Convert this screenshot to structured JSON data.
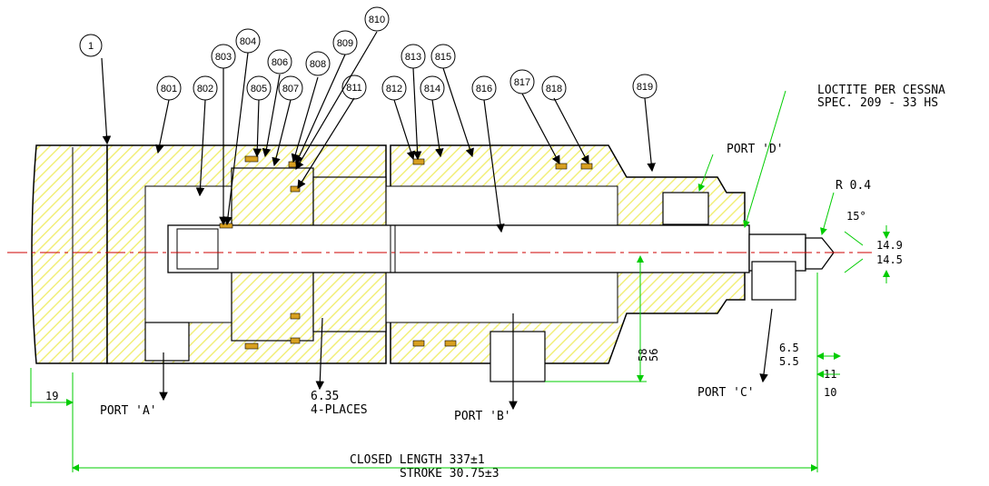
{
  "callouts": [
    {
      "id": "1",
      "label": "1"
    },
    {
      "id": "801",
      "label": "801"
    },
    {
      "id": "802",
      "label": "802"
    },
    {
      "id": "803",
      "label": "803"
    },
    {
      "id": "804",
      "label": "804"
    },
    {
      "id": "805",
      "label": "805"
    },
    {
      "id": "806",
      "label": "806"
    },
    {
      "id": "807",
      "label": "807"
    },
    {
      "id": "808",
      "label": "808"
    },
    {
      "id": "809",
      "label": "809"
    },
    {
      "id": "810",
      "label": "810"
    },
    {
      "id": "811",
      "label": "811"
    },
    {
      "id": "812",
      "label": "812"
    },
    {
      "id": "813",
      "label": "813"
    },
    {
      "id": "814",
      "label": "814"
    },
    {
      "id": "815",
      "label": "815"
    },
    {
      "id": "816",
      "label": "816"
    },
    {
      "id": "817",
      "label": "817"
    },
    {
      "id": "818",
      "label": "818"
    },
    {
      "id": "819",
      "label": "819"
    }
  ],
  "notes": {
    "loctite_line1": "LOCTITE PER CESSNA",
    "loctite_line2": "SPEC. 209 - 33 HS",
    "port_a": "PORT 'A'",
    "port_b": "PORT 'B'",
    "port_c": "PORT 'C'",
    "port_d": "PORT 'D'",
    "radius": "R 0.4",
    "angle": "15°",
    "dia_top": "14.9",
    "dia_bottom": "14.5",
    "dim_58": "58",
    "dim_56": "56",
    "dim_65": "6.5",
    "dim_55": "5.5",
    "dim_11": "11",
    "dim_10": "10",
    "dim_19": "19",
    "hole_size": "6.35",
    "hole_places": "4-PLACES",
    "closed_length": "CLOSED LENGTH 337±1",
    "stroke": "STROKE 30.75±3"
  },
  "colors": {
    "outline": "#000000",
    "hatch": "#f2ef7a",
    "dimension": "#00cc00",
    "centerline": "#cc0000",
    "seal": "#d8a020"
  }
}
